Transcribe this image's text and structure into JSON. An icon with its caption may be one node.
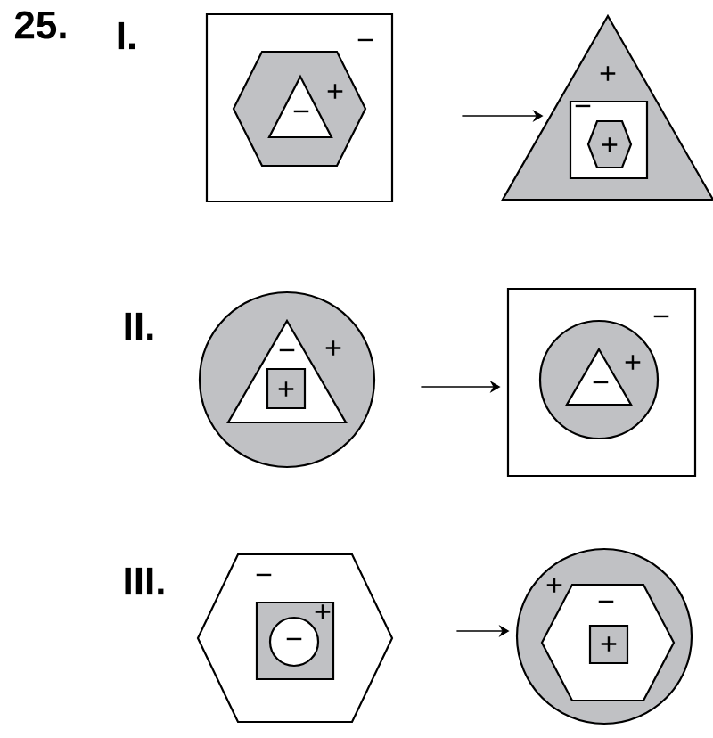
{
  "diagram": {
    "nodes": [
      {
        "text": [
          "−"
        ]
      },
      {
        "text": [
          "+"
        ],
        "in": 0
      },
      {
        "text": [
          "−"
        ],
        "in": 1
      },
      {
        "text": [
          "+"
        ]
      },
      {
        "text": [
          "−"
        ],
        "in": 3
      },
      {
        "text": [
          "+"
        ],
        "in": 4
      },
      {
        "text": [
          "+"
        ]
      },
      {
        "text": [
          "−"
        ],
        "in": 6
      },
      {
        "text": [
          "+"
        ],
        "in": 7
      },
      {
        "text": [
          "−"
        ]
      },
      {
        "text": [
          "+"
        ],
        "in": 9
      },
      {
        "text": [
          "−"
        ],
        "in": 10
      },
      {
        "text": [
          "−"
        ]
      },
      {
        "text": [
          "+"
        ],
        "in": 12
      },
      {
        "text": [
          "−"
        ],
        "in": 13
      },
      {
        "text": [
          "+"
        ]
      },
      {
        "text": [
          "−"
        ],
        "in": 15
      },
      {
        "text": [
          "+"
        ],
        "in": 16
      }
    ],
    "edges": [
      {
        "from": 0,
        "to": 3,
        "arrow": "to"
      },
      {
        "from": 6,
        "to": 9,
        "arrow": "to"
      },
      {
        "from": 12,
        "to": 15,
        "arrow": "to"
      }
    ],
    "labels": [
      "25.",
      "I.",
      "II.",
      "III."
    ]
  }
}
